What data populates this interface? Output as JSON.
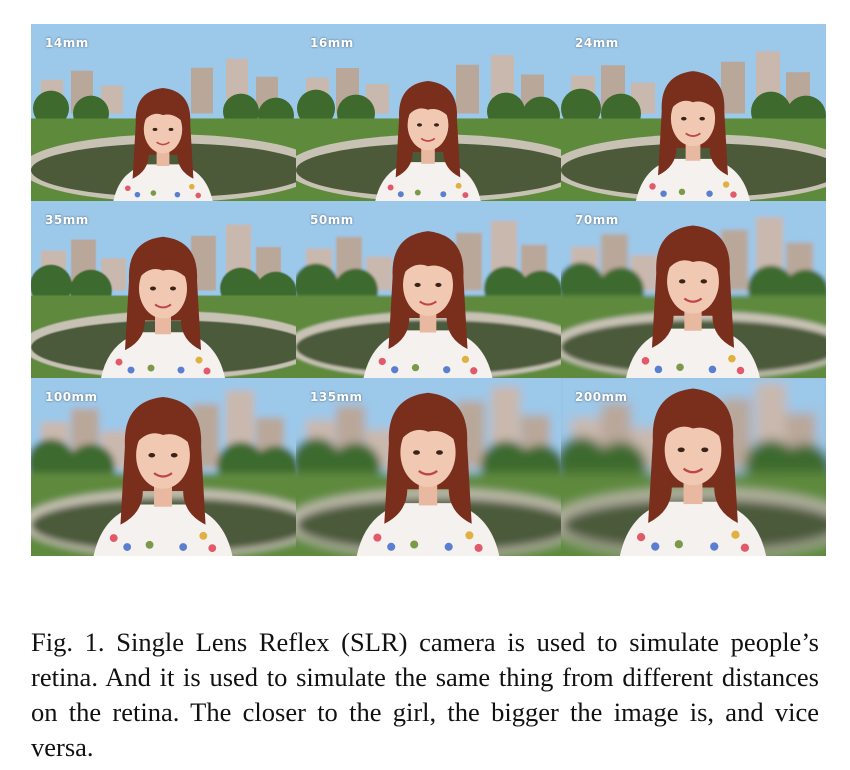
{
  "figure": {
    "panels": [
      {
        "focal_length": "14mm",
        "blur": 0,
        "scale": 0.8
      },
      {
        "focal_length": "16mm",
        "blur": 0,
        "scale": 0.85
      },
      {
        "focal_length": "24mm",
        "blur": 0,
        "scale": 0.92
      },
      {
        "focal_length": "35mm",
        "blur": 0.6,
        "scale": 1.0
      },
      {
        "focal_length": "50mm",
        "blur": 1.4,
        "scale": 1.04
      },
      {
        "focal_length": "70mm",
        "blur": 2.2,
        "scale": 1.08
      },
      {
        "focal_length": "100mm",
        "blur": 3.5,
        "scale": 1.12
      },
      {
        "focal_length": "135mm",
        "blur": 4.5,
        "scale": 1.15
      },
      {
        "focal_length": "200mm",
        "blur": 5.5,
        "scale": 1.18
      }
    ],
    "caption": "Fig. 1. Single Lens Reflex (SLR) camera is used to simulate people’s retina. And it is used to simulate the same thing from different distances on the retina. The closer to the girl, the bigger the image is, and vice versa."
  },
  "colors": {
    "sky": "#9cc8ea",
    "grass": "#5e8a3c",
    "water": "#4c5a3a",
    "hair": "#7a2e1c",
    "skin": "#f1c9b3",
    "shirt": "#f4f1ee"
  }
}
